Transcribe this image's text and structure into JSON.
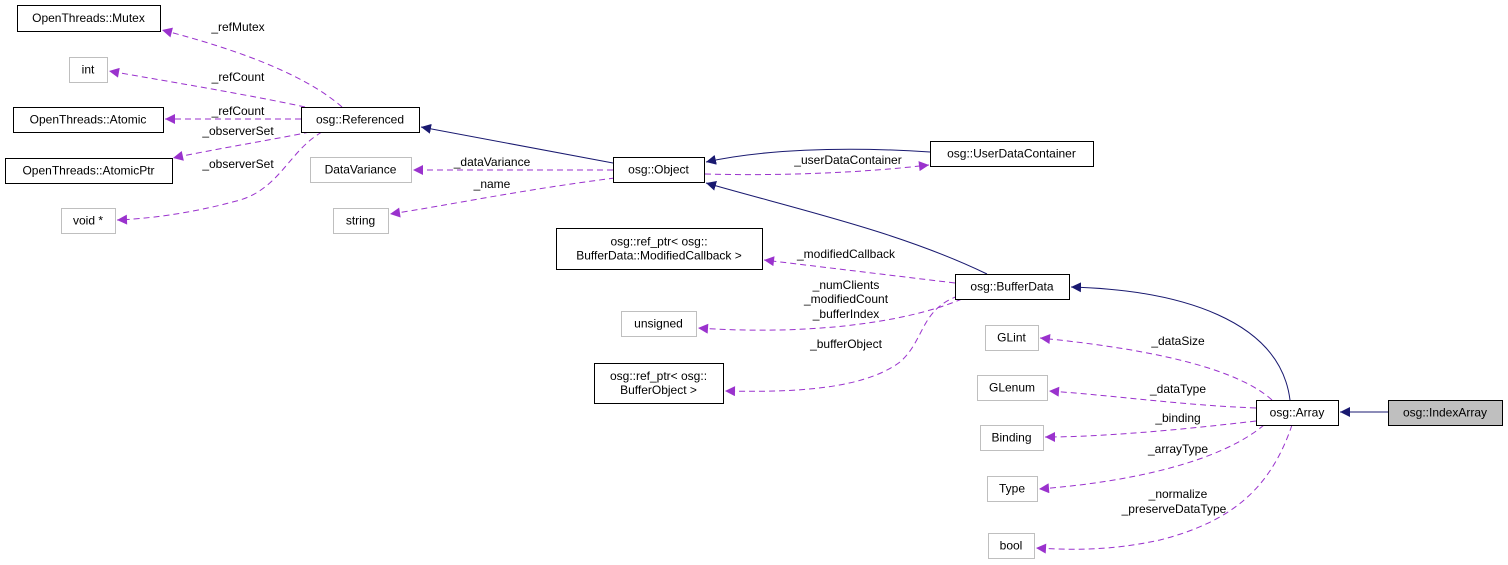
{
  "diagram": {
    "colors": {
      "inherit": "#191970",
      "member": "#9a32cd",
      "focus_fill": "#bfbfbf",
      "builtin_border": "#bfbfbf"
    },
    "nodes": [
      {
        "id": "mutex",
        "lines": [
          "OpenThreads::Mutex"
        ],
        "kind": "class"
      },
      {
        "id": "int",
        "lines": [
          "int"
        ],
        "kind": "builtin"
      },
      {
        "id": "atomic",
        "lines": [
          "OpenThreads::Atomic"
        ],
        "kind": "class"
      },
      {
        "id": "atomicptr",
        "lines": [
          "OpenThreads::AtomicPtr"
        ],
        "kind": "class"
      },
      {
        "id": "void",
        "lines": [
          "void *"
        ],
        "kind": "builtin"
      },
      {
        "id": "referenced",
        "lines": [
          "osg::Referenced"
        ],
        "kind": "class"
      },
      {
        "id": "datavariance",
        "lines": [
          "DataVariance"
        ],
        "kind": "builtin"
      },
      {
        "id": "string",
        "lines": [
          "string"
        ],
        "kind": "builtin"
      },
      {
        "id": "object",
        "lines": [
          "osg::Object"
        ],
        "kind": "class"
      },
      {
        "id": "udc",
        "lines": [
          "osg::UserDataContainer"
        ],
        "kind": "class"
      },
      {
        "id": "refptr_mc",
        "lines": [
          "osg::ref_ptr< osg::",
          "BufferData::ModifiedCallback >"
        ],
        "kind": "class"
      },
      {
        "id": "bufferdata",
        "lines": [
          "osg::BufferData"
        ],
        "kind": "class"
      },
      {
        "id": "unsigned",
        "lines": [
          "unsigned"
        ],
        "kind": "builtin"
      },
      {
        "id": "refptr_bo",
        "lines": [
          "osg::ref_ptr< osg::",
          "BufferObject >"
        ],
        "kind": "class"
      },
      {
        "id": "glint",
        "lines": [
          "GLint"
        ],
        "kind": "builtin"
      },
      {
        "id": "glenum",
        "lines": [
          "GLenum"
        ],
        "kind": "builtin"
      },
      {
        "id": "binding",
        "lines": [
          "Binding"
        ],
        "kind": "builtin"
      },
      {
        "id": "type",
        "lines": [
          "Type"
        ],
        "kind": "builtin"
      },
      {
        "id": "bool",
        "lines": [
          "bool"
        ],
        "kind": "builtin"
      },
      {
        "id": "array",
        "lines": [
          "osg::Array"
        ],
        "kind": "class"
      },
      {
        "id": "indexarray",
        "lines": [
          "osg::IndexArray"
        ],
        "kind": "focus"
      }
    ],
    "edges": [
      {
        "id": "e1",
        "from": "referenced",
        "to": "mutex",
        "kind": "member",
        "labels": [
          "_refMutex"
        ]
      },
      {
        "id": "e2",
        "from": "referenced",
        "to": "int",
        "kind": "member",
        "labels": [
          "_refCount"
        ]
      },
      {
        "id": "e3",
        "from": "referenced",
        "to": "atomic",
        "kind": "member",
        "labels": [
          "_refCount"
        ]
      },
      {
        "id": "e4",
        "from": "referenced",
        "to": "atomicptr",
        "kind": "member",
        "labels": [
          "_observerSet"
        ]
      },
      {
        "id": "e5",
        "from": "referenced",
        "to": "void",
        "kind": "member",
        "labels": [
          "_observerSet"
        ]
      },
      {
        "id": "e6",
        "from": "object",
        "to": "referenced",
        "kind": "inherit",
        "labels": []
      },
      {
        "id": "e7",
        "from": "object",
        "to": "datavariance",
        "kind": "member",
        "labels": [
          "_dataVariance"
        ]
      },
      {
        "id": "e8",
        "from": "object",
        "to": "string",
        "kind": "member",
        "labels": [
          "_name"
        ]
      },
      {
        "id": "e9",
        "from": "udc",
        "to": "object",
        "kind": "inherit",
        "labels": []
      },
      {
        "id": "e10",
        "from": "object",
        "to": "udc",
        "kind": "member",
        "labels": [
          "_userDataContainer"
        ]
      },
      {
        "id": "e11",
        "from": "bufferdata",
        "to": "object",
        "kind": "inherit",
        "labels": []
      },
      {
        "id": "e12",
        "from": "bufferdata",
        "to": "refptr_mc",
        "kind": "member",
        "labels": [
          "_modifiedCallback"
        ]
      },
      {
        "id": "e13",
        "from": "bufferdata",
        "to": "unsigned",
        "kind": "member",
        "labels": [
          "_numClients",
          "_modifiedCount",
          "_bufferIndex"
        ]
      },
      {
        "id": "e14",
        "from": "bufferdata",
        "to": "refptr_bo",
        "kind": "member",
        "labels": [
          "_bufferObject"
        ]
      },
      {
        "id": "e15",
        "from": "array",
        "to": "bufferdata",
        "kind": "inherit",
        "labels": []
      },
      {
        "id": "e16",
        "from": "array",
        "to": "glint",
        "kind": "member",
        "labels": [
          "_dataSize"
        ]
      },
      {
        "id": "e17",
        "from": "array",
        "to": "glenum",
        "kind": "member",
        "labels": [
          "_dataType"
        ]
      },
      {
        "id": "e18",
        "from": "array",
        "to": "binding",
        "kind": "member",
        "labels": [
          "_binding"
        ]
      },
      {
        "id": "e19",
        "from": "array",
        "to": "type",
        "kind": "member",
        "labels": [
          "_arrayType"
        ]
      },
      {
        "id": "e20",
        "from": "array",
        "to": "bool",
        "kind": "member",
        "labels": [
          "_normalize",
          "_preserveDataType"
        ]
      },
      {
        "id": "e21",
        "from": "indexarray",
        "to": "array",
        "kind": "inherit",
        "labels": []
      }
    ]
  }
}
